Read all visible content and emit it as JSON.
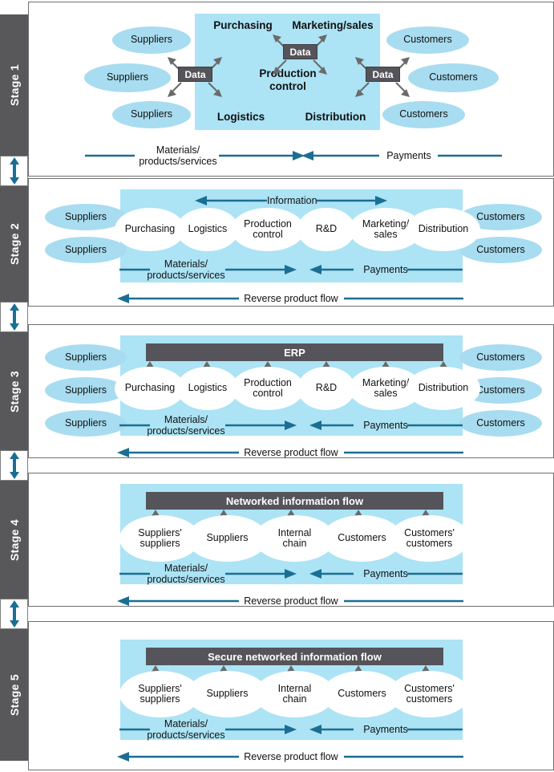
{
  "diagram": {
    "title": "Supply chain information integration maturity stages",
    "colors": {
      "rail": "#58585a",
      "blue_panel": "#ace3f5",
      "blue_ellipse": "#a8dcf0",
      "dark_bar": "#54545a",
      "arrow_blue": "#1b6e93",
      "arrow_gray": "#6a6a6a",
      "panel_border": "#6f6f6f"
    },
    "connector_icon": "double-headed-vertical-arrow"
  },
  "common": {
    "materials_label": "Materials/\nproducts/services",
    "materials_line1": "Materials/",
    "materials_line2": "products/services",
    "payments_label": "Payments",
    "reverse_label": "Reverse product flow",
    "information_label": "Information",
    "suppliers_label": "Suppliers",
    "customers_label": "Customers"
  },
  "stages": [
    {
      "id": "stage-1",
      "rail_label": "Stage 1",
      "left_nodes": [
        "Suppliers",
        "Suppliers",
        "Suppliers"
      ],
      "right_nodes": [
        "Customers",
        "Customers",
        "Customers"
      ],
      "departments": [
        "Purchasing",
        "Marketing/sales",
        "Production\ncontrol",
        "Logistics",
        "Distribution"
      ],
      "dept_purchasing": "Purchasing",
      "dept_marketing_sales": "Marketing/sales",
      "dept_production_control_l1": "Production",
      "dept_production_control_l2": "control",
      "dept_logistics": "Logistics",
      "dept_distribution": "Distribution",
      "data_badges": [
        "Data",
        "Data",
        "Data"
      ],
      "data_label": "Data",
      "flows": {
        "materials_l1": "Materials/",
        "materials_l2": "products/services",
        "payments": "Payments"
      }
    },
    {
      "id": "stage-2",
      "rail_label": "Stage 2",
      "left_nodes": [
        "Suppliers",
        "Suppliers"
      ],
      "right_nodes": [
        "Customers",
        "Customers"
      ],
      "chain": [
        "Purchasing",
        "Logistics",
        "Production\ncontrol",
        "R&D",
        "Marketing/\nsales",
        "Distribution"
      ],
      "chain_items": [
        {
          "l1": "Purchasing",
          "l2": ""
        },
        {
          "l1": "Logistics",
          "l2": ""
        },
        {
          "l1": "Production",
          "l2": "control"
        },
        {
          "l1": "R&D",
          "l2": ""
        },
        {
          "l1": "Marketing/",
          "l2": "sales"
        },
        {
          "l1": "Distribution",
          "l2": ""
        }
      ],
      "top_bar": null,
      "information_label": "Information",
      "flows": {
        "materials_l1": "Materials/",
        "materials_l2": "products/services",
        "payments": "Payments",
        "reverse": "Reverse product flow"
      }
    },
    {
      "id": "stage-3",
      "rail_label": "Stage 3",
      "left_nodes": [
        "Suppliers",
        "Suppliers",
        "Suppliers"
      ],
      "right_nodes": [
        "Customers",
        "Customers",
        "Customers"
      ],
      "chain": [
        "Purchasing",
        "Logistics",
        "Production\ncontrol",
        "R&D",
        "Marketing/\nsales",
        "Distribution"
      ],
      "chain_items": [
        {
          "l1": "Purchasing",
          "l2": ""
        },
        {
          "l1": "Logistics",
          "l2": ""
        },
        {
          "l1": "Production",
          "l2": "control"
        },
        {
          "l1": "R&D",
          "l2": ""
        },
        {
          "l1": "Marketing/",
          "l2": "sales"
        },
        {
          "l1": "Distribution",
          "l2": ""
        }
      ],
      "top_bar": "ERP",
      "flows": {
        "materials_l1": "Materials/",
        "materials_l2": "products/services",
        "payments": "Payments",
        "reverse": "Reverse product flow"
      }
    },
    {
      "id": "stage-4",
      "rail_label": "Stage 4",
      "left_nodes": [],
      "right_nodes": [],
      "chain": [
        "Suppliers'\nsuppliers",
        "Suppliers",
        "Internal\nchain",
        "Customers",
        "Customers'\ncustomers"
      ],
      "chain_items": [
        {
          "l1": "Suppliers'",
          "l2": "suppliers"
        },
        {
          "l1": "Suppliers",
          "l2": ""
        },
        {
          "l1": "Internal",
          "l2": "chain"
        },
        {
          "l1": "Customers",
          "l2": ""
        },
        {
          "l1": "Customers'",
          "l2": "customers"
        }
      ],
      "top_bar": "Networked information flow",
      "flows": {
        "materials_l1": "Materials/",
        "materials_l2": "products/services",
        "payments": "Payments",
        "reverse": "Reverse product flow"
      }
    },
    {
      "id": "stage-5",
      "rail_label": "Stage 5",
      "left_nodes": [],
      "right_nodes": [],
      "chain": [
        "Suppliers'\nsuppliers",
        "Suppliers",
        "Internal\nchain",
        "Customers",
        "Customers'\ncustomers"
      ],
      "chain_items": [
        {
          "l1": "Suppliers'",
          "l2": "suppliers"
        },
        {
          "l1": "Suppliers",
          "l2": ""
        },
        {
          "l1": "Internal",
          "l2": "chain"
        },
        {
          "l1": "Customers",
          "l2": ""
        },
        {
          "l1": "Customers'",
          "l2": "customers"
        }
      ],
      "top_bar": "Secure networked information flow",
      "flows": {
        "materials_l1": "Materials/",
        "materials_l2": "products/services",
        "payments": "Payments",
        "reverse": "Reverse product flow"
      }
    }
  ]
}
